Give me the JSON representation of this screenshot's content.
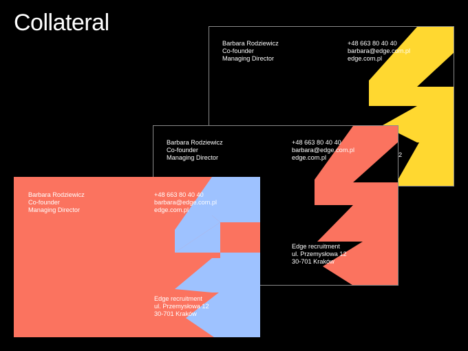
{
  "header": {
    "title": "Collateral"
  },
  "colors": {
    "background": "#000000",
    "coral": "#fb735f",
    "yellow": "#ffd830",
    "blue": "#9ec2ff",
    "border": "#8a8a8a",
    "text": "#ffffff"
  },
  "cards": [
    {
      "style": "black-with-yellow",
      "person": {
        "name": "Barbara Rodziewicz",
        "role1": "Co-founder",
        "role2": "Managing Director"
      },
      "contact": {
        "phone": "+48 663 80 40 40",
        "email": "barbara@edge.com.pl",
        "web": "edge.com.pl"
      },
      "address": {
        "company": "",
        "street": "",
        "city": ""
      },
      "address_partial": "2"
    },
    {
      "style": "black-with-coral",
      "person": {
        "name": "Barbara Rodziewicz",
        "role1": "Co-founder",
        "role2": "Managing Director"
      },
      "contact": {
        "phone": "+48 663 80 40 40",
        "email": "barbara@edge.com.pl",
        "web": "edge.com.pl"
      },
      "address": {
        "company": "Edge recruitment",
        "street": "ul. Przemysłowa 12",
        "city": "30-701 Kraków"
      }
    },
    {
      "style": "coral-with-blue",
      "person": {
        "name": "Barbara Rodziewicz",
        "role1": "Co-founder",
        "role2": "Managing Director"
      },
      "contact": {
        "phone": "+48 663 80 40 40",
        "email": "barbara@edge.com.pl",
        "web": "edge.com.pl"
      },
      "address": {
        "company": "Edge recruitment",
        "street": "ul. Przemysłowa 12",
        "city": "30-701 Kraków"
      }
    }
  ]
}
